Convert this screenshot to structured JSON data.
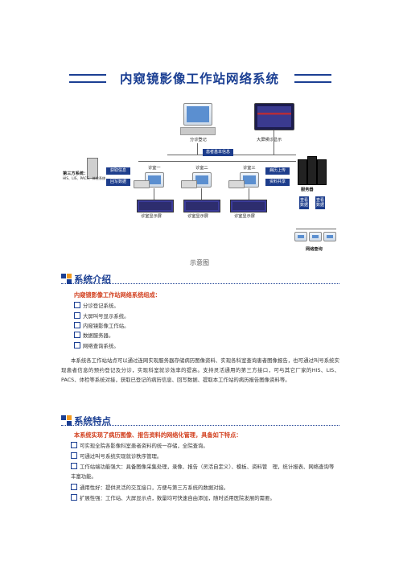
{
  "title": "内窥镜影像工作站网络系统",
  "diagram": {
    "reg_label": "分诊登记",
    "bigscreen_label": "大屏候诊显示",
    "network_label": "患者基本信息",
    "third_party_label": "第三方系统：",
    "third_party_sub": "HIS、LIS、PACS、体检系统",
    "get_info": "获取信息",
    "return_data": "回写数据",
    "room1": "诊室一",
    "room2": "诊室二",
    "room3": "诊室三",
    "upload": "病历上传",
    "share": "资料共享",
    "server": "服务器",
    "panel1": "诊室显示屏",
    "panel2": "诊室显示屏",
    "panel3": "诊室显示屏",
    "browse1": "查看数据",
    "browse2": "查看数据",
    "net_query": "网络查询"
  },
  "caption": "示意图",
  "section1": {
    "heading": "系统介绍",
    "subheading": "内窥镜影像工作站网络系统组成：",
    "items": [
      "分诊登记系统。",
      "大屏叫号显示系统。",
      "内窥镜影像工作站。",
      "数据服务器。",
      "网络查询系统。"
    ],
    "paragraph": "本系统各工作站站点可以通过连网实现服务器存储病历图像资料、实现各科室查询患者图像报告，也可通过叫号系统实现患者信息的预约登记及分诊，实现科室就诊效率的提高。支持灵活通用的第三方接口，可与其它厂家的HIS、LIS、PACS、体检等系统对接，获取已登记的病历信息、回写数据、提取本工作站的病历报告图像资料等。"
  },
  "section2": {
    "heading": "系统特点",
    "subheading": "本系统实现了病历图像、报告资料的网络化管理，具备如下特点：",
    "items": [
      "可实现全院各影像科室患者资料的统一存储，全院查询。",
      "可通过叫号系统实现就诊秩序管理。",
      "工作站端功能强大：具备图像采集处理，录像、报告（灵活自定义）、模板、资料管　理，统计报表、网络查询等丰富功能。",
      "通用性好：提供灵活的交互接口，方便与第三方系统的数据对接。",
      "扩展性强：工作站、大屏显示点，数量均可快速自由添加，随时适用医院发展的需要。"
    ]
  },
  "colors": {
    "brand_blue": "#1b3f93",
    "accent_red": "#d2401f",
    "icon_orange": "#f29a1f"
  }
}
